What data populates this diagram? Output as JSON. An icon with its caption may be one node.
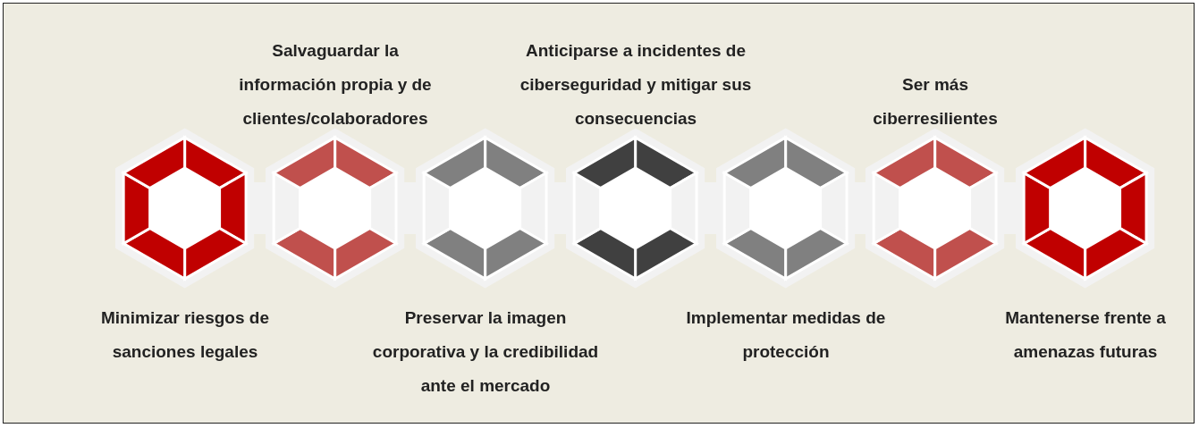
{
  "diagram": {
    "nodes": [
      {
        "text": [],
        "shape": "hexagon",
        "beside": [
          "Minimizar riesgos de sanciones legales"
        ]
      },
      {
        "text": [],
        "shape": "hexagon",
        "beside": [
          "Salvaguardar la información propia y de clientes/colaboradores"
        ]
      },
      {
        "text": [],
        "shape": "hexagon",
        "beside": [
          "Preservar la imagen corporativa y la credibilidad ante el mercado"
        ]
      },
      {
        "text": [],
        "shape": "hexagon",
        "beside": [
          "Anticiparse a incidentes de ciberseguridad y mitigar sus consecuencias"
        ]
      },
      {
        "text": [],
        "shape": "hexagon",
        "beside": [
          "Implementar medidas de protección"
        ]
      },
      {
        "text": [],
        "shape": "hexagon",
        "beside": [
          "Ser más ciberresilientes"
        ]
      },
      {
        "text": [],
        "shape": "hexagon",
        "beside": [
          "Mantenerse frente a amenazas futuras"
        ]
      }
    ],
    "edges": [
      {
        "from": 0,
        "to": 1,
        "arrow": "none"
      },
      {
        "from": 1,
        "to": 2,
        "arrow": "none"
      },
      {
        "from": 2,
        "to": 3,
        "arrow": "none"
      },
      {
        "from": 3,
        "to": 4,
        "arrow": "none"
      },
      {
        "from": 4,
        "to": 5,
        "arrow": "none"
      },
      {
        "from": 5,
        "to": 6,
        "arrow": "none"
      }
    ]
  }
}
